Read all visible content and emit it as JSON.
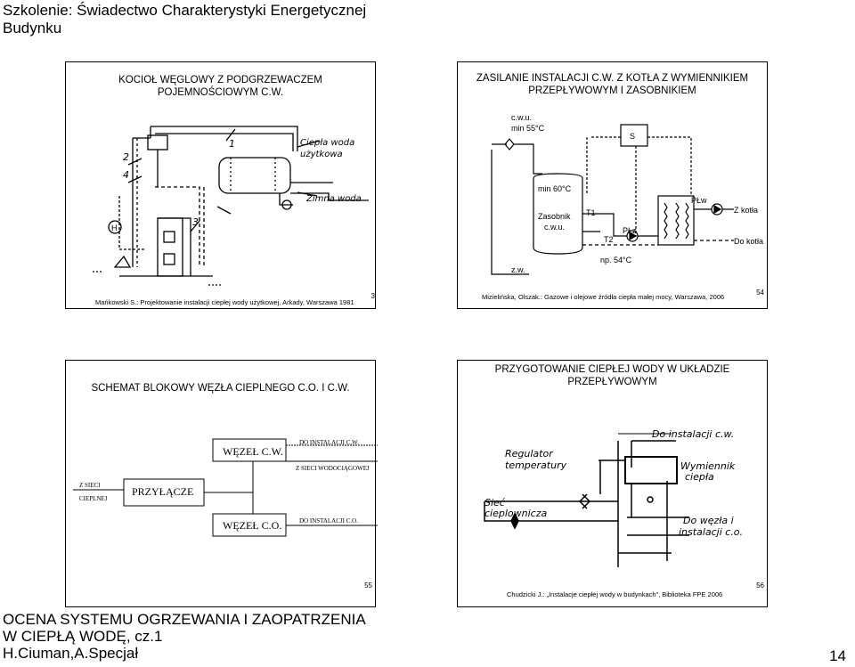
{
  "page": {
    "header": "Szkolenie: Świadectwo Charakterystyki Energetycznej Budynku",
    "footer_line1": "OCENA SYSTEMU OGRZEWANIA I ZAOPATRZENIA",
    "footer_line2": "W CIEPŁĄ WODĘ, cz.1",
    "footer_line3": "H.Ciuman,A.Specjał",
    "page_number": "14"
  },
  "slides": [
    {
      "title": "KOCIOŁ WĘGLOWY Z PODGRZEWACZEM POJEMNOŚCIOWYM C.W.",
      "citation": "Mańkowski S.: Projektowanie instalacji ciepłej wody użytkowej. Arkady, Warszawa 1981",
      "number": "3",
      "labels": {
        "ciepla_woda_1": "Ciepła woda",
        "ciepla_woda_2": "użytkowa",
        "zimna_woda": "Zimna woda",
        "n1": "1",
        "n2": "2",
        "n3": "3",
        "n4": "4",
        "h": "H"
      }
    },
    {
      "title": "ZASILANIE INSTALACJI C.W. Z KOTŁA Z WYMIENNIKIEM PRZEPŁYWOWYM I ZASOBNIKIEM",
      "citation": "Mizielińska, Olszak.: Gazowe i olejowe źródła ciepła małej mocy, Warszawa, 2006",
      "number": "54",
      "labels": {
        "cwu": "c.w.u.",
        "min55": "min 55°C",
        "s": "S",
        "min60": "min 60°C",
        "zasobnik": "Zasobnik",
        "cwu2": "c.w.u.",
        "t1": "T1",
        "t2": "T2",
        "plz": "PŁz",
        "plw": "PŁw",
        "z_kotla": "Z kotła",
        "do_kotla": "Do kotła",
        "np54": "np. 54°C",
        "zw": "z.w."
      }
    },
    {
      "title": "SCHEMAT BLOKOWY WĘZŁA CIEPLNEGO C.O. I C.W.",
      "number": "55",
      "labels": {
        "wezel_cw": "WĘZEŁ C.W.",
        "do_inst_cw": "DO INSTALACJI  C.W.",
        "z_sieci_wod": "Z SIECI WODOCIĄGOWEJ",
        "z_sieci": "Z SIECI",
        "cieplnej": "CIEPLNEJ",
        "przylacze": "PRZYŁĄCZE",
        "wezel_co": "WĘZEŁ C.O.",
        "do_inst_co": "DO INSTALACJI  C.O."
      }
    },
    {
      "title": "PRZYGOTOWANIE CIEPŁEJ WODY W UKŁADZIE PRZEPŁYWOWYM",
      "citation": "Chudzicki J.: „Instalacje ciepłej wody w budynkach”, Biblioteka FPE 2006",
      "number": "56",
      "labels": {
        "do_inst": "Do instalacji  c.w.",
        "reg1": "Regulator",
        "reg2": "temperatury",
        "wym1": "Wymiennik",
        "wym2": "ciepła",
        "siec1": "Sieć",
        "siec2": "cieplownicza",
        "dow1": "Do węzła i",
        "dow2": "instalacji  c.o."
      }
    }
  ]
}
